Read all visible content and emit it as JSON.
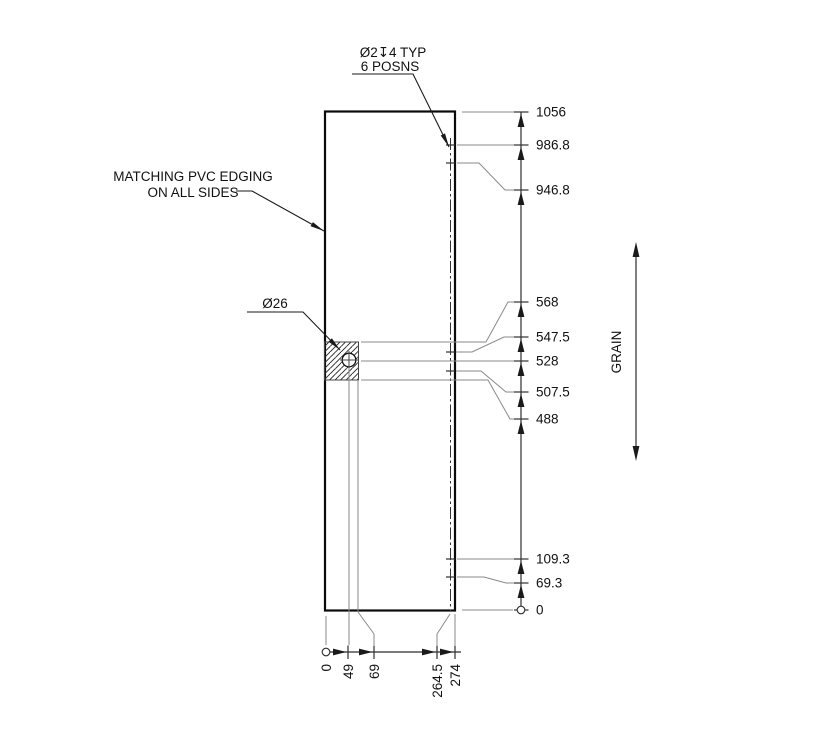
{
  "drawing": {
    "type": "cad-panel-drilling-drawing",
    "callouts": {
      "pilot1": "Ø2↧4 TYP",
      "pilot2": "6 POSNS",
      "edging1": "MATCHING PVC EDGING",
      "edging2": "ON ALL SIDES",
      "hole": "Ø26",
      "grain": "GRAIN"
    },
    "dims": {
      "vertical": [
        "1056",
        "986.8",
        "946.8",
        "568",
        "547.5",
        "528",
        "507.5",
        "488",
        "109.3",
        "69.3",
        "0"
      ],
      "horizontal": [
        "0",
        "49",
        "69",
        "264.5",
        "274"
      ]
    },
    "colors": {
      "line_black": "#0a0a0a",
      "extension_gray": "#8a8a8a",
      "background": "#ffffff"
    }
  }
}
